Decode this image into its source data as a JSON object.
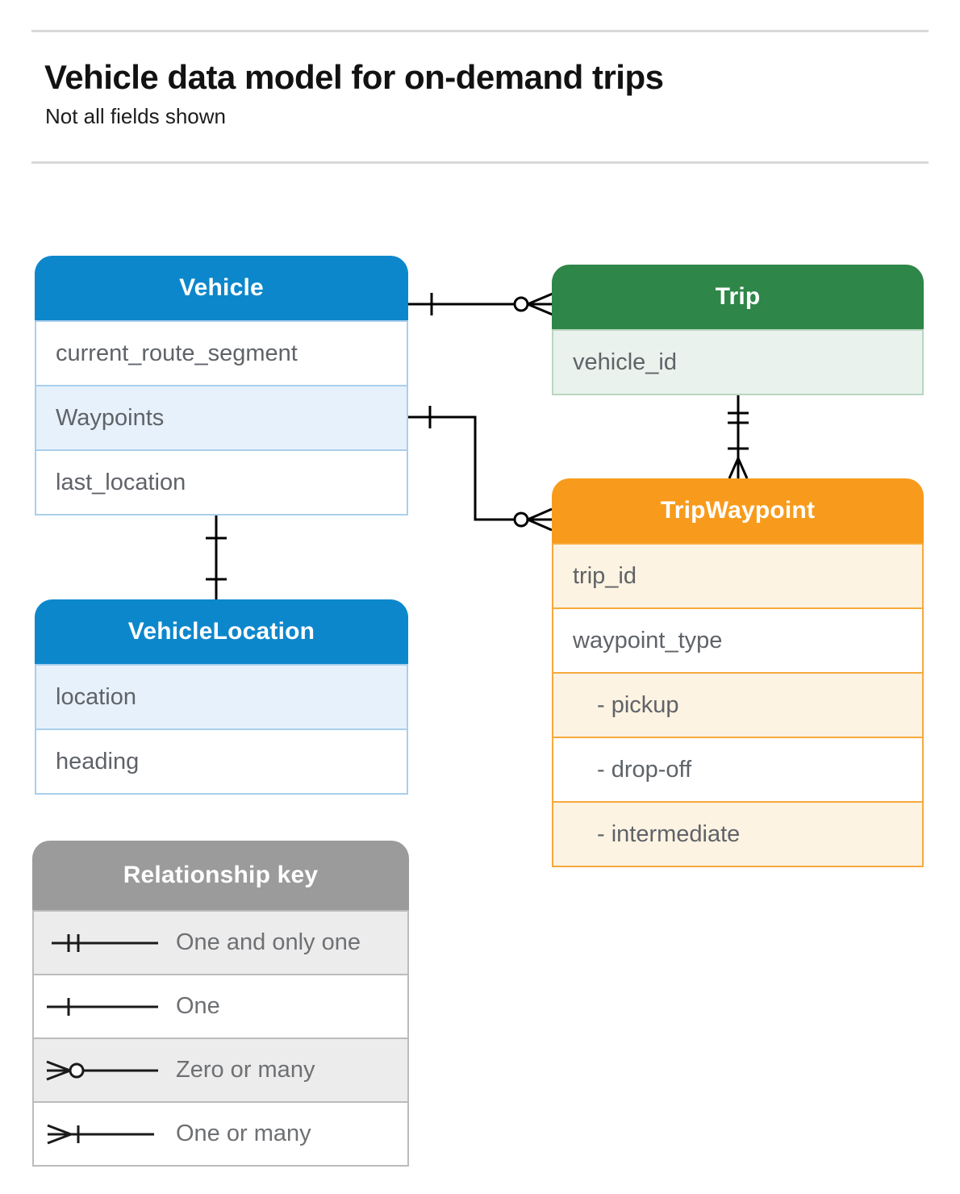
{
  "header": {
    "title": "Vehicle data model for on-demand trips",
    "subtitle": "Not all fields shown"
  },
  "entities": {
    "vehicle": {
      "title": "Vehicle",
      "fields": [
        "current_route_segment",
        "Waypoints",
        "last_location"
      ]
    },
    "trip": {
      "title": "Trip",
      "fields": [
        "vehicle_id"
      ]
    },
    "trip_waypoint": {
      "title": "TripWaypoint",
      "fields": [
        "trip_id",
        "waypoint_type",
        "- pickup",
        "- drop-off",
        "- intermediate"
      ]
    },
    "vehicle_location": {
      "title": "VehicleLocation",
      "fields": [
        "location",
        "heading"
      ]
    }
  },
  "legend": {
    "title": "Relationship key",
    "items": [
      {
        "symbol": "one-and-only-one",
        "label": "One and only one"
      },
      {
        "symbol": "one",
        "label": "One"
      },
      {
        "symbol": "zero-or-many",
        "label": "Zero or many"
      },
      {
        "symbol": "one-or-many",
        "label": "One or many"
      }
    ]
  },
  "relationships": [
    {
      "from": "Vehicle",
      "to": "Trip",
      "from_end": "one",
      "to_end": "zero-or-many"
    },
    {
      "from": "Vehicle.Waypoints",
      "to": "TripWaypoint",
      "from_end": "one",
      "to_end": "zero-or-many"
    },
    {
      "from": "Trip",
      "to": "TripWaypoint",
      "from_end": "one-and-only-one",
      "to_end": "one-or-many"
    },
    {
      "from": "Vehicle",
      "to": "VehicleLocation",
      "from_end": "one",
      "to_end": "one"
    }
  ],
  "colors": {
    "blue_header": "#0d87cb",
    "blue_tint": "#e7f1fb",
    "blue_border": "#a9cfec",
    "green_header": "#2e8648",
    "green_tint": "#e9f2ec",
    "orange_header": "#f89b1c",
    "orange_tint": "#fdf3e2",
    "legend_header": "#9b9b9b",
    "legend_tint": "#ececec",
    "field_text": "#5f6368",
    "connector": "#000000"
  }
}
